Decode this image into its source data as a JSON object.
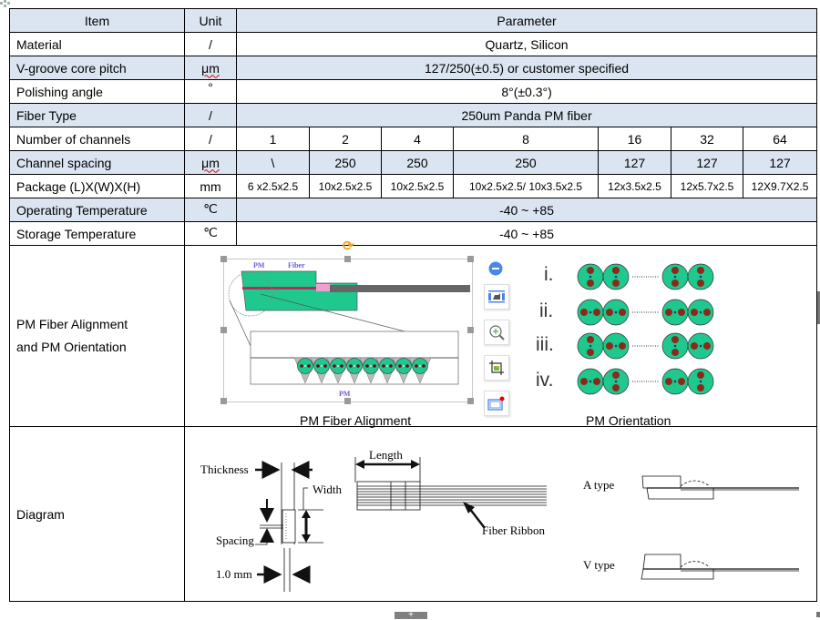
{
  "table": {
    "header": {
      "item": "Item",
      "unit": "Unit",
      "parameter": "Parameter"
    },
    "rows": [
      {
        "item": "Material",
        "unit": "/",
        "value": "Quartz, Silicon"
      },
      {
        "item": "V-groove core pitch",
        "unit": "μm",
        "value": "127/250(±0.5) or customer specified"
      },
      {
        "item": "Polishing angle",
        "unit": "°",
        "value": "8°(±0.3°)"
      },
      {
        "item": "Fiber Type",
        "unit": "/",
        "value": "250um Panda PM fiber"
      }
    ],
    "channels": {
      "item": "Number of channels",
      "unit": "/",
      "values": [
        "1",
        "2",
        "4",
        "8",
        "16",
        "32",
        "64"
      ]
    },
    "spacing": {
      "item": "Channel spacing",
      "unit": "μm",
      "values": [
        "\\",
        "250",
        "250",
        "250",
        "127",
        "127",
        "127"
      ]
    },
    "package": {
      "item": "Package (L)X(W)X(H)",
      "unit": "mm",
      "values": [
        "6 x2.5x2.5",
        "10x2.5x2.5",
        "10x2.5x2.5",
        "10x2.5x2.5/ 10x3.5x2.5",
        "12x3.5x2.5",
        "12x5.7x2.5",
        "12X9.7X2.5"
      ]
    },
    "operating": {
      "item": "Operating Temperature",
      "unit": "℃",
      "value": "-40 ~ +85"
    },
    "storage": {
      "item": "Storage Temperature",
      "unit": "℃",
      "value": "-40 ~ +85"
    },
    "pm": {
      "item_line1": "PM Fiber Alignment",
      "item_line2": "and PM Orientation",
      "caption_alignment": "PM Fiber Alignment",
      "caption_orientation": "PM Orientation",
      "label_pm": "PM",
      "label_fiber": "Fiber",
      "label_pm_bottom": "PM",
      "orientations": [
        "i.",
        "ii.",
        "iii.",
        "iv."
      ]
    },
    "diagram": {
      "item": "Diagram",
      "labels": {
        "thickness": "Thickness",
        "width": "Width",
        "spacing": "Spacing",
        "mm": "1.0 mm",
        "length": "Length",
        "fiber_ribbon": "Fiber Ribbon",
        "a_type": "A type",
        "v_type": "V type"
      }
    }
  },
  "toolbar": {
    "tools": [
      "collapse-button",
      "layout-options",
      "zoom-image",
      "crop-image",
      "image-border"
    ]
  },
  "colors": {
    "header_bg": "#dbe5f1",
    "fiber_green": "#1fc98e",
    "stress_rod": "#8b2a1a",
    "label_blue": "#6a5ee0",
    "toolbar_blue": "#4a86e8"
  }
}
